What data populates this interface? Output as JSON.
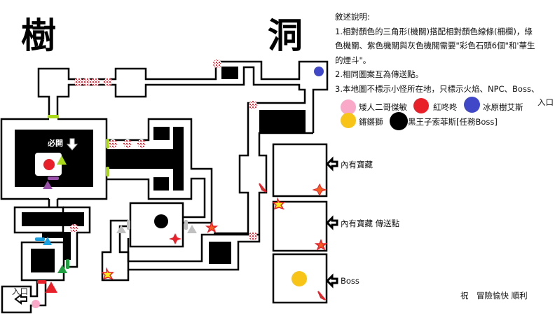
{
  "map_title": {
    "char1": "樹",
    "char2": "洞"
  },
  "description": {
    "heading": "敘述說明:",
    "line1a": "1.相對顏色的三角形(機關)搭配相對顏色線條(柵欄)，綠",
    "line1b": "色機關、紫色機關與灰色機關需要\"彩色石頭6個\"和'華生",
    "line1c": "的煙斗\"。",
    "line2": "2.相同圖案互為傳送點。",
    "line3": "3.本地圖不標示小怪所在地，只標示火焰、NPC、Boss、",
    "line3b": "入口"
  },
  "legend": [
    {
      "label": "矮人二哥傑敏",
      "color": "#f9a8c8"
    },
    {
      "label": "紅咚咚",
      "color": "#e8202a"
    },
    {
      "label": "冰原樹艾斯",
      "color": "#4048c8"
    },
    {
      "label": "鏘鏘獅",
      "color": "#f8c418"
    },
    {
      "label": "黑王子索菲斯[任務Boss]",
      "color": "#000000"
    }
  ],
  "map_labels": {
    "must_open": "必開",
    "entrance": "入口",
    "treasure1": "內有寶藏",
    "treasure2": "內有寶藏 傳送點",
    "boss": "Boss"
  },
  "footer": "祝　冒險愉快 順利",
  "colors": {
    "green": "#a8d818",
    "purple": "#9850a8",
    "gray": "#c0c0c0",
    "blue": "#18a0e0",
    "red": "#e8202a",
    "darkgreen": "#20a040"
  }
}
